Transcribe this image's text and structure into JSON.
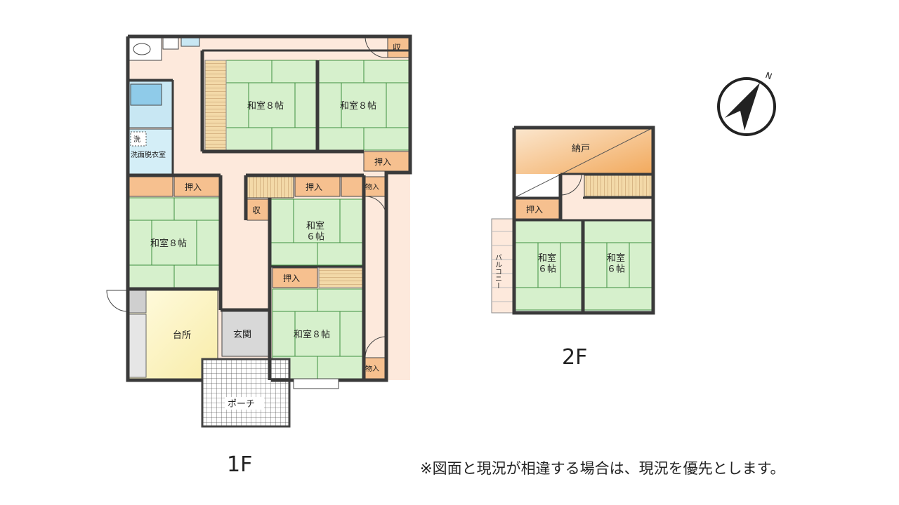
{
  "floor1": {
    "label": "1F",
    "rooms": {
      "washitsu_top_left": "和室８帖",
      "washitsu_top_right": "和室８帖",
      "washitsu_left": "和室８帖",
      "washitsu_center": "和室\n６帖",
      "washitsu_bottom": "和室８帖",
      "kitchen": "台所",
      "entrance": "玄関",
      "porch": "ポーチ",
      "washroom": "洗面脱衣室",
      "washer": "洗"
    },
    "storage": {
      "oshiire_1": "押入",
      "oshiire_2": "押入",
      "oshiire_3": "押入",
      "oshiire_4": "押入",
      "shuno_top": "収",
      "shuno_center": "収",
      "mono_1": "物入",
      "mono_2": "物入"
    }
  },
  "floor2": {
    "label": "2F",
    "rooms": {
      "nando": "納戸",
      "washitsu_a": "和室\n６帖",
      "washitsu_b": "和室\n６帖",
      "balcony": "バルコニー"
    },
    "storage": {
      "oshiire": "押入"
    }
  },
  "compass": {
    "direction": "N",
    "icon": "compass-north-icon"
  },
  "note": "※図面と現況が相違する場合は、現況を優先とします。",
  "colors": {
    "wall": "#3a3a3a",
    "tatami": "#d6f0cc",
    "tatami_line": "#3f8f3f",
    "corridor": "#fde9dc",
    "storage": "#f6c08f",
    "nando_from": "#fbe7cf",
    "nando_to": "#f2a95c",
    "bath": "#c8e7f3",
    "bathtub": "#8fcbe9",
    "kitchen": "#fcf6c8",
    "entrance": "#d8d8d8",
    "stairs": "#f3d9a8"
  }
}
